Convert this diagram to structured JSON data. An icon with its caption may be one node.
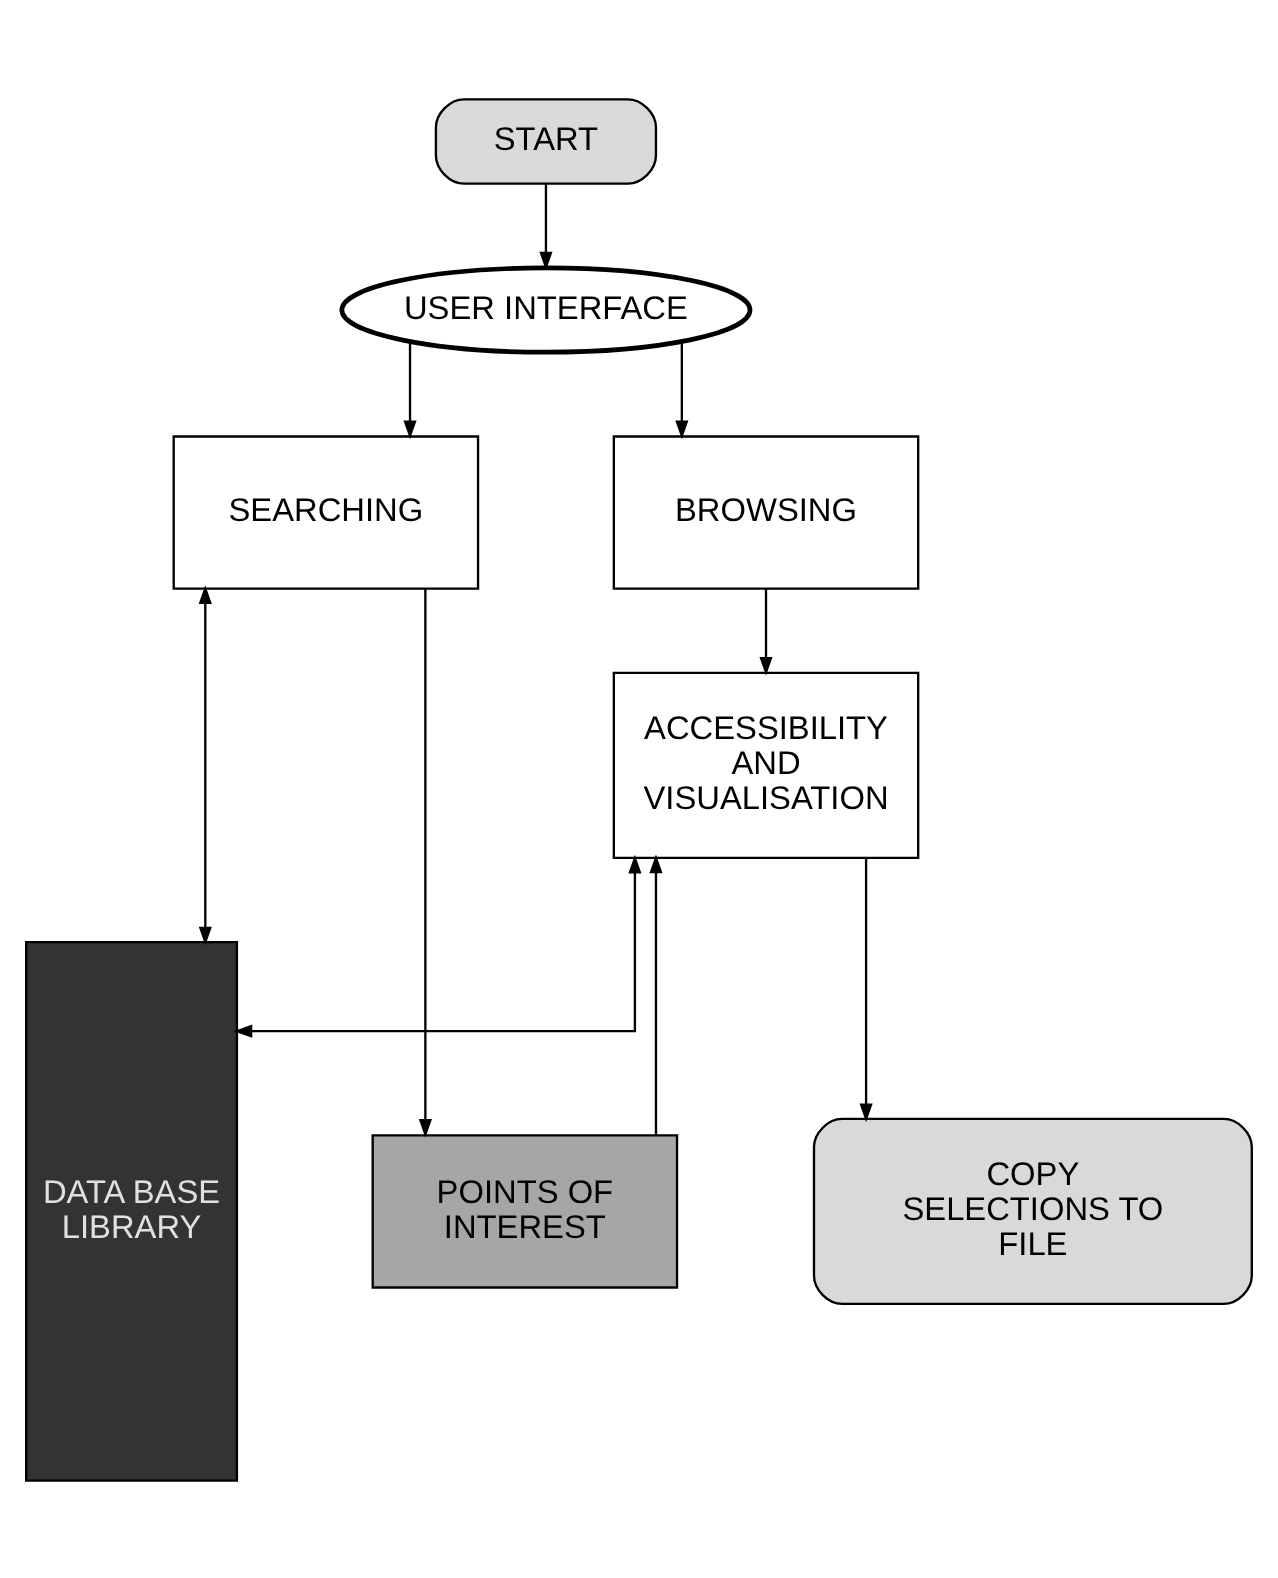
{
  "diagram": {
    "nodes": [
      {
        "text": [
          "START"
        ]
      },
      {
        "text": [
          "USER INTERFACE"
        ]
      },
      {
        "text": [
          "BROWSING"
        ]
      },
      {
        "text": [
          "SEARCHING"
        ]
      },
      {
        "text": [
          "POINTS OF INTEREST"
        ]
      },
      {
        "text": [
          "DATA BASE LIBRARY"
        ]
      },
      {
        "text": [
          "ACCESSIBILITY AND VISUALISATION"
        ]
      },
      {
        "text": [
          "COPY SELECTIONS TO FILE"
        ]
      }
    ],
    "edges": [
      {
        "from": 0,
        "to": 1,
        "arrow": "to"
      },
      {
        "from": 1,
        "to": 2,
        "arrow": "to"
      },
      {
        "from": 1,
        "to": 3,
        "arrow": "to"
      },
      {
        "from": 3,
        "to": 5,
        "arrow": "both"
      },
      {
        "from": 3,
        "to": 4,
        "arrow": "to"
      },
      {
        "from": 4,
        "to": 6,
        "arrow": "to"
      },
      {
        "from": 2,
        "to": 6,
        "arrow": "to"
      },
      {
        "from": 6,
        "to": 5,
        "arrow": "both"
      },
      {
        "from": 6,
        "to": 7,
        "arrow": "to"
      }
    ]
  }
}
